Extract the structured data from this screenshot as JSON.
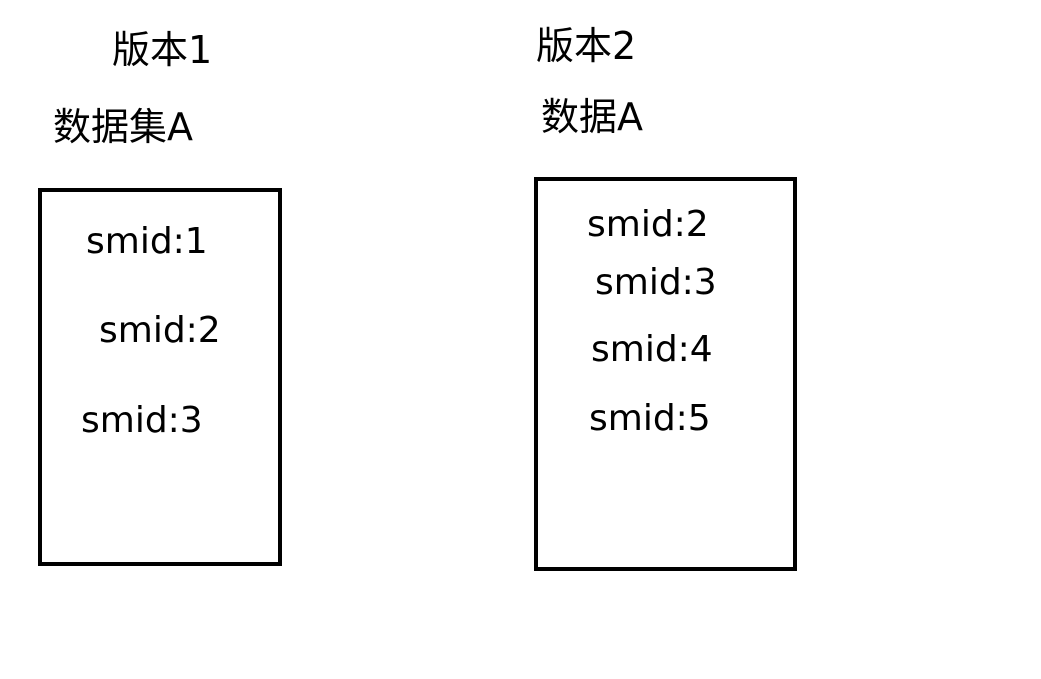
{
  "version1": {
    "title": "版本1",
    "dataset": "数据集A",
    "items": [
      "smid:1",
      "smid:2",
      "smid:3"
    ]
  },
  "version2": {
    "title": "版本2",
    "dataset": "数据A",
    "items": [
      "smid:2",
      "smid:3",
      "smid:4",
      "smid:5"
    ]
  }
}
